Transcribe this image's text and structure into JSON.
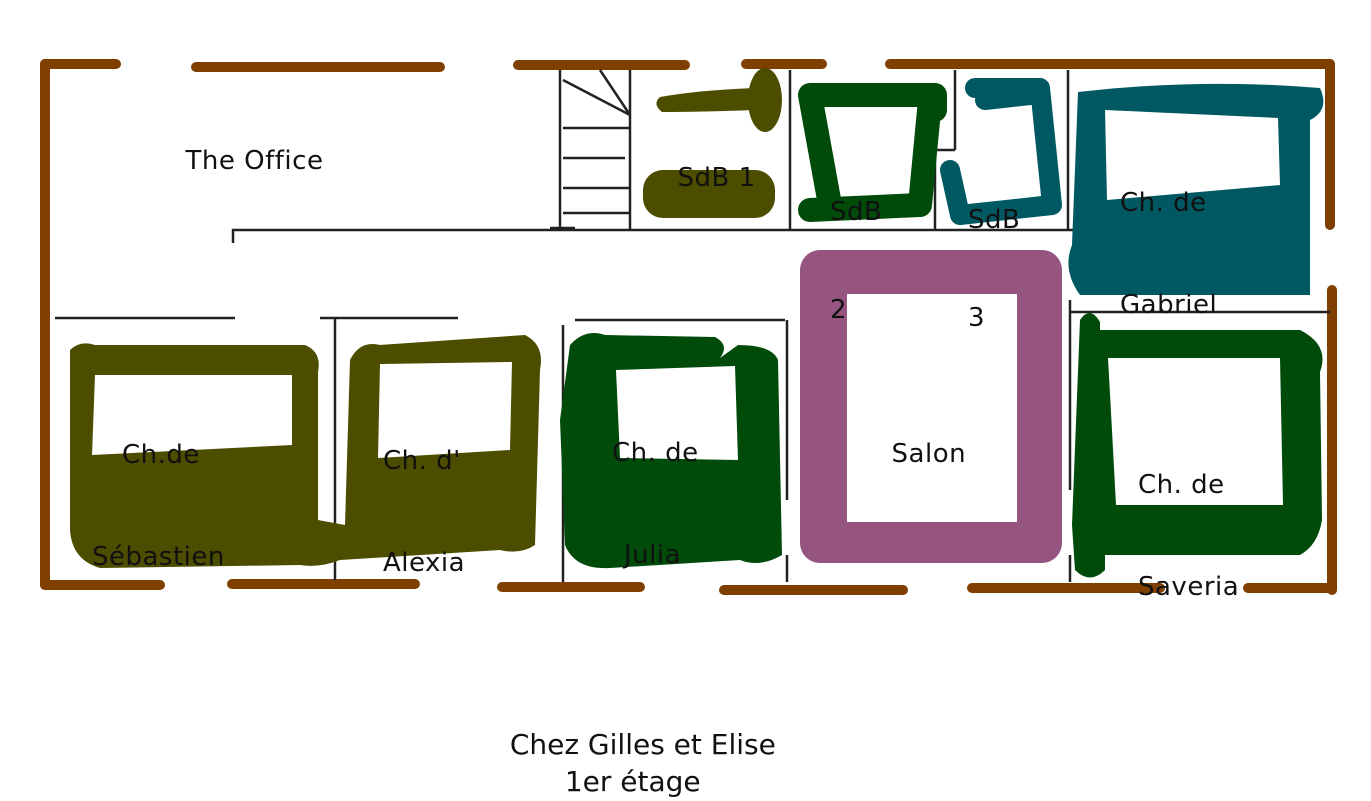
{
  "title": "Chez Gilles et Elise",
  "subtitle": "1er étage",
  "colors": {
    "wall": "#7f3f00",
    "olive": "#4d4d00",
    "dark_green": "#004a0a",
    "teal": "#005862",
    "mauve": "#965580",
    "inner_line": "#222222"
  },
  "rooms": [
    {
      "id": "office",
      "label_line1": "The Office",
      "label_line2": ""
    },
    {
      "id": "sdb1",
      "label_line1": "SdB 1",
      "label_line2": ""
    },
    {
      "id": "sdb2",
      "label_line1": "SdB",
      "label_line2": "2"
    },
    {
      "id": "sdb3",
      "label_line1": "SdB",
      "label_line2": "3"
    },
    {
      "id": "gabriel",
      "label_line1": "Ch. de",
      "label_line2": "Gabriel"
    },
    {
      "id": "sebastien",
      "label_line1": "Ch.de",
      "label_line2": "Sébastien"
    },
    {
      "id": "alexia",
      "label_line1": "Ch. d'",
      "label_line2": "Alexia"
    },
    {
      "id": "julia",
      "label_line1": "Ch. de",
      "label_line2": "Julia"
    },
    {
      "id": "salon",
      "label_line1": "Salon",
      "label_line2": ""
    },
    {
      "id": "saveria",
      "label_line1": "Ch. de",
      "label_line2": "Saveria"
    }
  ]
}
